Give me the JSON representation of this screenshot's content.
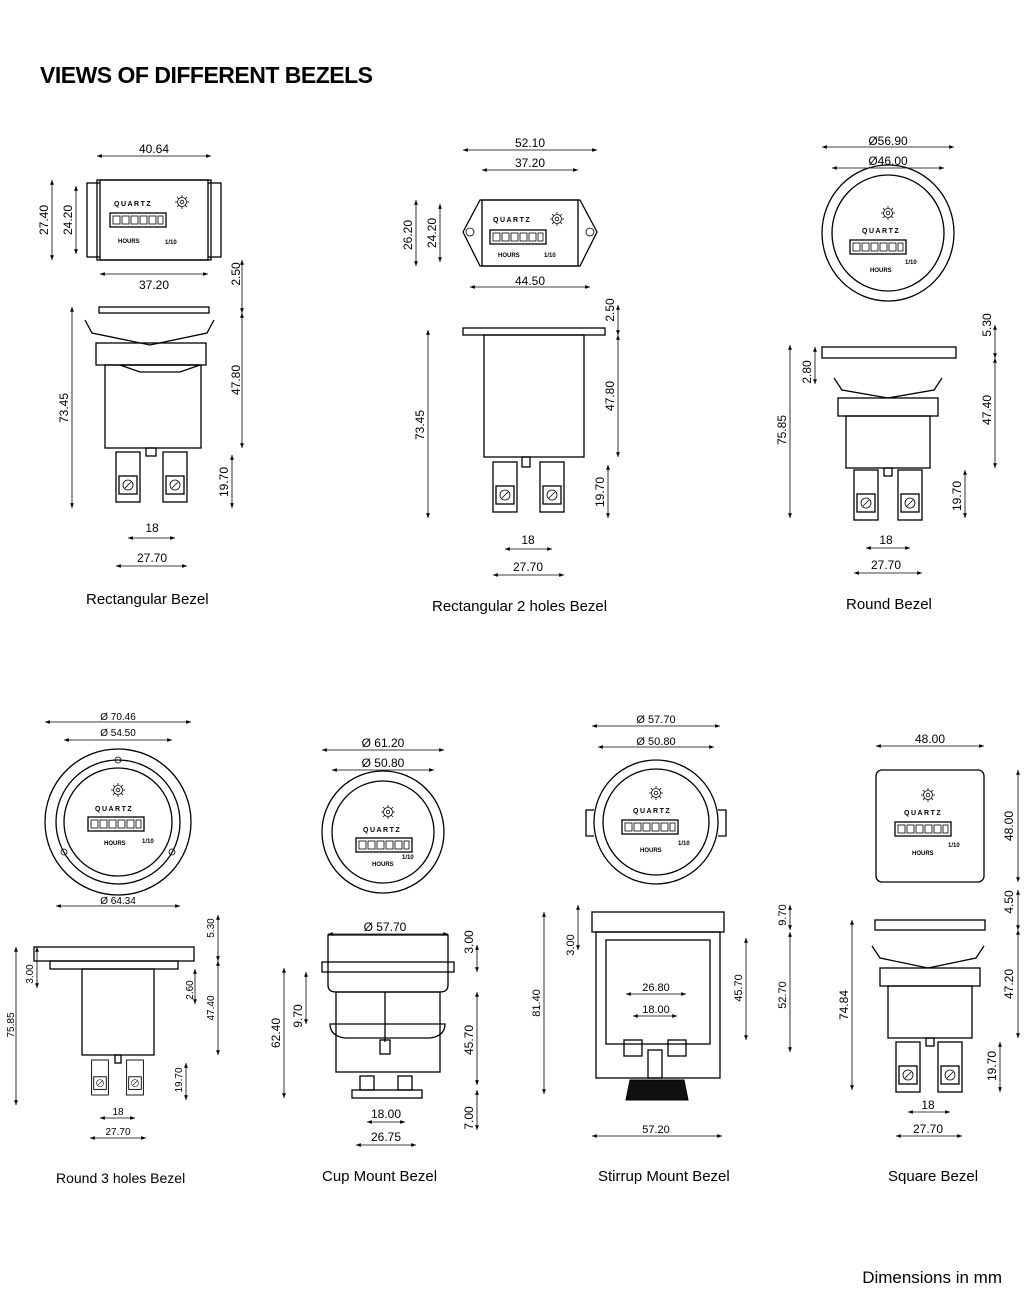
{
  "page": {
    "title": "VIEWS OF DIFFERENT BEZELS",
    "footnote": "Dimensions in mm"
  },
  "face": {
    "brand": "QUARTZ",
    "unit": "HOURS",
    "resolution": "1/10"
  },
  "bezels": [
    {
      "caption": "Rectangular Bezel",
      "dims": {
        "w_outer": "40.64",
        "w_inner": "37.20",
        "h_outer": "27.40",
        "h_inner": "24.20",
        "flange": "2.50",
        "total": "73.45",
        "body": "47.80",
        "term": "19.70",
        "pitch": "18",
        "span": "27.70"
      }
    },
    {
      "caption": "Rectangular 2 holes Bezel",
      "dims": {
        "w_outer": "52.10",
        "w_inner": "37.20",
        "w_holes": "44.50",
        "h_outer": "26.20",
        "h_inner": "24.20",
        "flange": "2.50",
        "total": "73.45",
        "body": "47.80",
        "term": "19.70",
        "pitch": "18",
        "span": "27.70"
      }
    },
    {
      "caption": "Round Bezel",
      "dims": {
        "d_outer": "Ø56.90",
        "d_inner": "Ø46.00",
        "flange": "5.30",
        "step": "2.80",
        "total": "75.85",
        "body": "47.40",
        "term": "19.70",
        "pitch": "18",
        "span": "27.70"
      }
    },
    {
      "caption": "Round 3 holes Bezel",
      "dims": {
        "d_outer": "Ø 70.46",
        "d_inner": "Ø 54.50",
        "d_holes": "Ø 64.34",
        "flange": "5.30",
        "step": "3.00",
        "step2": "2.60",
        "total": "75.85",
        "body": "47.40",
        "term": "19.70",
        "pitch": "18",
        "span": "27.70"
      }
    },
    {
      "caption": "Cup Mount Bezel",
      "dims": {
        "d_outer": "Ø 61.20",
        "d_inner": "Ø 50.80",
        "d_cup": "Ø 57.70",
        "step": "3.00",
        "cup": "9.70",
        "total": "62.40",
        "body": "45.70",
        "term": "7.00",
        "pitch": "18.00",
        "span": "26.75"
      }
    },
    {
      "caption": "Stirrup Mount Bezel",
      "dims": {
        "d_outer": "Ø 57.70",
        "d_inner": "Ø 50.80",
        "top": "9.70",
        "step": "3.00",
        "total": "81.40",
        "body": "45.70",
        "stirrup": "52.70",
        "w_inner": "26.80",
        "pitch": "18.00",
        "width": "57.20"
      }
    },
    {
      "caption": "Square Bezel",
      "dims": {
        "w_outer": "48.00",
        "h_outer": "48.00",
        "flange": "4.50",
        "total": "74.84",
        "body": "47.20",
        "term": "19.70",
        "pitch": "18",
        "span": "27.70"
      }
    }
  ]
}
